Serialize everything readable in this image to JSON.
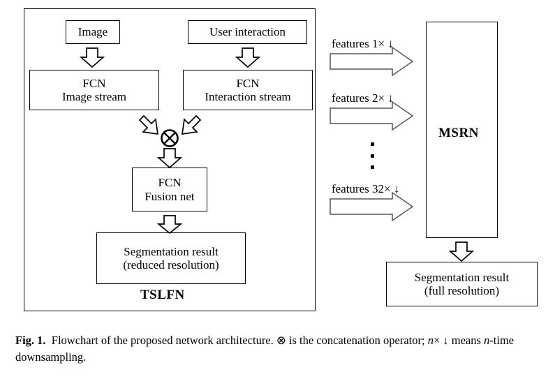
{
  "figure": {
    "left_group": {
      "container_label": "TSLFN",
      "boxes": [
        {
          "id": "image",
          "lines": [
            "Image"
          ]
        },
        {
          "id": "user-interaction",
          "lines": [
            "User interaction"
          ]
        },
        {
          "id": "fcn-image-stream",
          "lines": [
            "FCN",
            "Image stream"
          ]
        },
        {
          "id": "fcn-interaction-stream",
          "lines": [
            "FCN",
            "Interaction stream"
          ]
        },
        {
          "id": "fcn-fusion-net",
          "lines": [
            "FCN",
            "Fusion net"
          ]
        },
        {
          "id": "segmentation-reduced",
          "lines": [
            "Segmentation result",
            "(reduced resolution)"
          ]
        }
      ],
      "operator_symbol": "⊗"
    },
    "right_group": {
      "feature_arrows": [
        {
          "id": "features-1x",
          "label": "features 1× ↓"
        },
        {
          "id": "features-2x",
          "label": "features 2× ↓"
        },
        {
          "id": "features-32x",
          "label": "features 32× ↓"
        }
      ],
      "ellipsis": "⋮",
      "msrn_label": "MSRN",
      "output_box": {
        "id": "segmentation-full",
        "lines": [
          "Segmentation result",
          "(full resolution)"
        ]
      }
    },
    "caption": {
      "fig_number": "Fig. 1.",
      "text_part_1": "Flowchart of the proposed network architecture. ",
      "operator_symbol": "⊗",
      "text_part_2": " is the concatenation operator; ",
      "n_italic_1": "n",
      "text_part_3": "× ↓ means ",
      "n_italic_2": "n",
      "text_part_4": "-time downsampling."
    }
  },
  "colors": {
    "stroke": "#000000",
    "background": "#ffffff"
  }
}
